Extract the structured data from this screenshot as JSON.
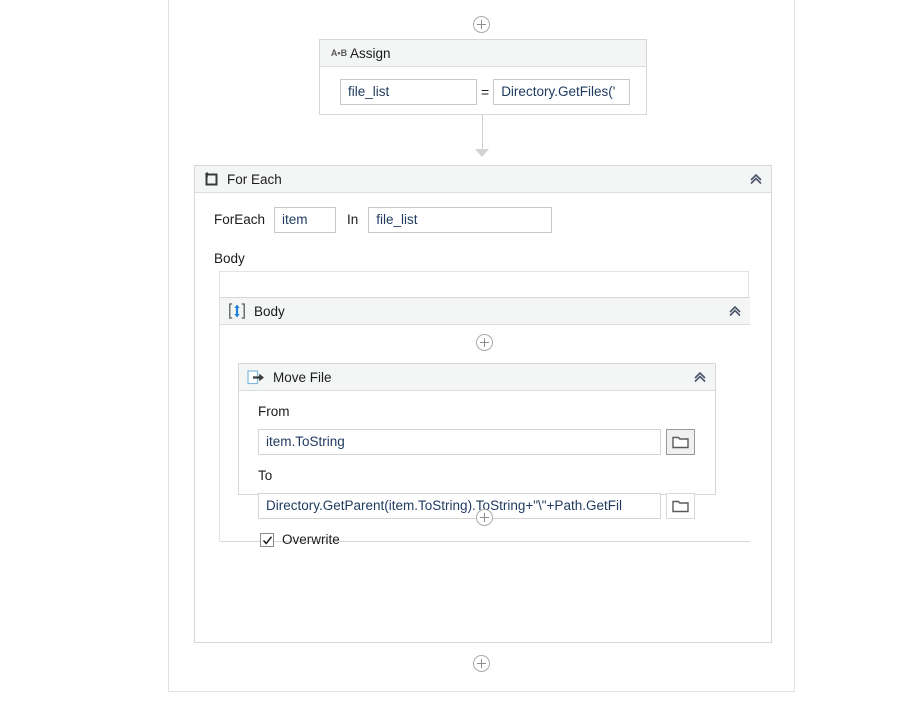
{
  "canvas": {
    "name": "workflow-designer-canvas"
  },
  "connectors": {
    "add_top_label": "+",
    "add_bottom_label": "+",
    "add_body_top_label": "+",
    "add_body_bottom_label": "+"
  },
  "assign": {
    "title": "Assign",
    "icon": "assign-icon",
    "icon_text": "A•B",
    "to_value": "file_list",
    "operator": "=",
    "value_expression": "Directory.GetFiles('"
  },
  "for_each": {
    "title": "For Each",
    "icon": "loop-icon",
    "collapse_icon": "chevron-double-up-icon",
    "foreach_label": "ForEach",
    "item_value": "item",
    "in_label": "In",
    "in_value": "file_list",
    "body_label": "Body"
  },
  "body_sequence": {
    "title": "Body",
    "icon": "sequence-icon",
    "collapse_icon": "chevron-double-up-icon"
  },
  "move_file": {
    "title": "Move File",
    "icon": "move-file-icon",
    "collapse_icon": "chevron-double-up-icon",
    "from_label": "From",
    "from_value": "item.ToString",
    "from_browse_icon": "folder-icon",
    "to_label": "To",
    "to_value": "Directory.GetParent(item.ToString).ToString+\"\\\"+Path.GetFil",
    "to_browse_icon": "folder-icon",
    "overwrite_label": "Overwrite",
    "overwrite_checked": true,
    "checkbox_icon": "check-icon"
  },
  "colors": {
    "header_bg": "#f4f6f6",
    "border": "#d7d7d7",
    "expression_text": "#1e3a5f",
    "accent_blue": "#1f7fd4",
    "chevron": "#4a5568"
  }
}
